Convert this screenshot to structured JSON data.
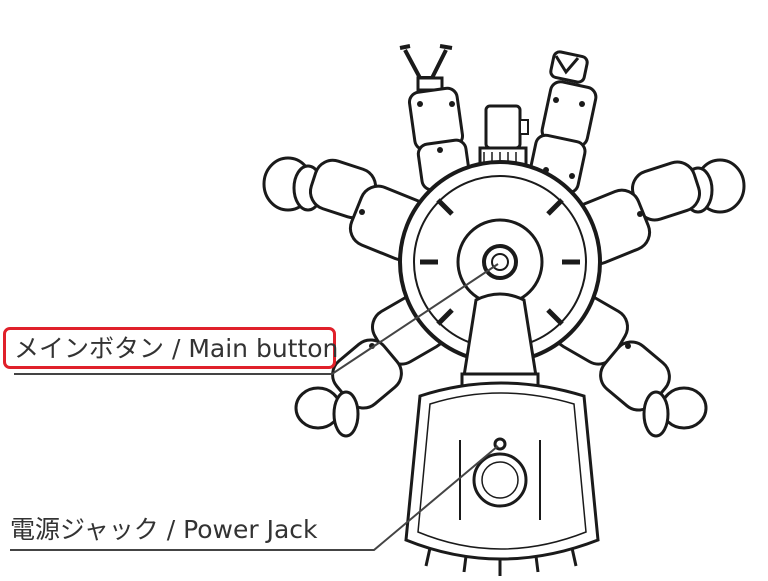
{
  "callouts": {
    "main_button": "メインボタン / Main button",
    "power_jack": "電源ジャック / Power Jack"
  },
  "colors": {
    "line": "#1a1a1a",
    "leader": "#444444",
    "highlight": "#e0202a",
    "label_text": "#333333",
    "background": "#ffffff"
  },
  "icons": {
    "robot": "six-armed-robot-illustration"
  }
}
